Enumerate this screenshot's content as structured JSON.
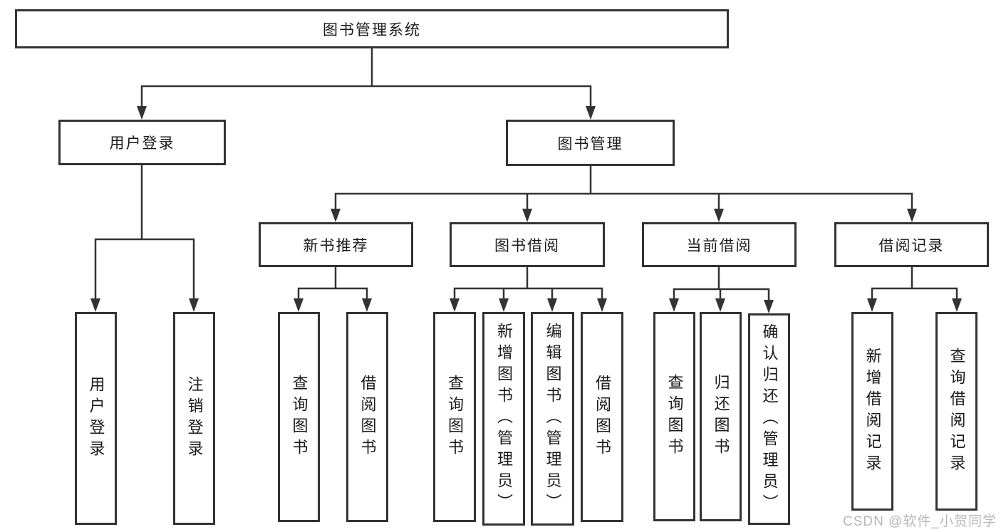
{
  "tree": {
    "label": "图书管理系统",
    "children": [
      {
        "label": "用户登录",
        "children": [
          {
            "label": "用户登录"
          },
          {
            "label": "注销登录"
          }
        ]
      },
      {
        "label": "图书管理",
        "children": [
          {
            "label": "新书推荐",
            "children": [
              {
                "label": "查询图书"
              },
              {
                "label": "借阅图书"
              }
            ]
          },
          {
            "label": "图书借阅",
            "children": [
              {
                "label": "查询图书"
              },
              {
                "label": "新增图书（管理员）"
              },
              {
                "label": "编辑图书（管理员）"
              },
              {
                "label": "借阅图书"
              }
            ]
          },
          {
            "label": "当前借阅",
            "children": [
              {
                "label": "查询图书"
              },
              {
                "label": "归还图书"
              },
              {
                "label": "确认归还（管理员）"
              }
            ]
          },
          {
            "label": "借阅记录",
            "children": [
              {
                "label": "新增借阅记录"
              },
              {
                "label": "查询借阅记录"
              }
            ]
          }
        ]
      }
    ]
  },
  "watermark": "CSDN @软件_小贺同学",
  "colors": {
    "line": "#333333",
    "text": "#1a1a1a",
    "watermark": "#b8b8b8",
    "background": "#ffffff"
  }
}
